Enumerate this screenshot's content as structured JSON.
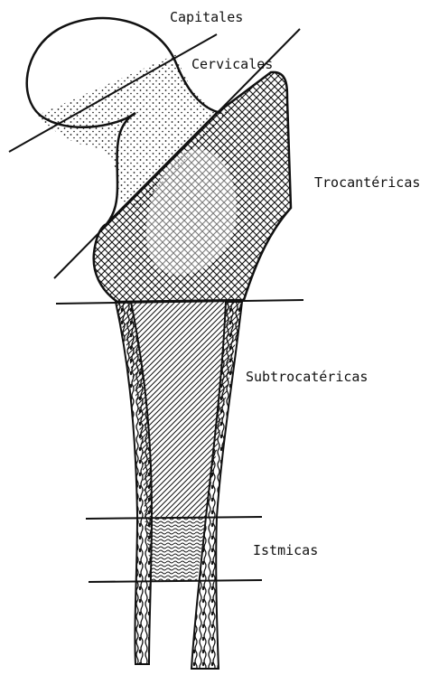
{
  "labels": {
    "capitales": "Capitales",
    "cervicales": "Cervicales",
    "trocantericas": "Trocantéricas",
    "subtrocantericas": "Subtrocatéricas",
    "istmicas": "Istmicas"
  },
  "colors": {
    "ink": "#111111",
    "background": "#ffffff"
  }
}
